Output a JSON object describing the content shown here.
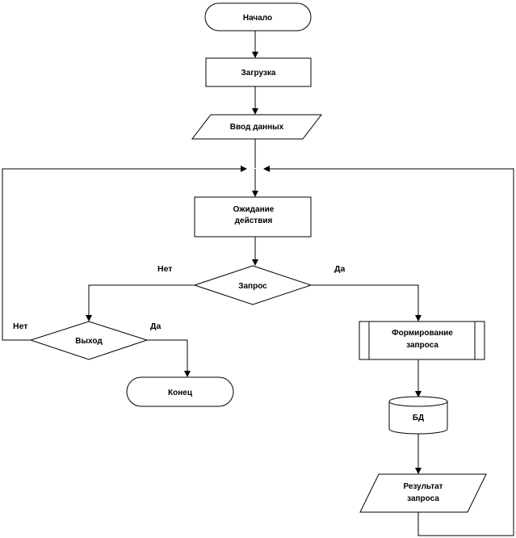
{
  "nodes": {
    "start": "Начало",
    "load": "Загрузка",
    "input": "Ввод данных",
    "wait": [
      "Ожидание",
      "действия"
    ],
    "query": "Запрос",
    "exit": "Выход",
    "end": "Конец",
    "form": [
      "Формирование",
      "запроса"
    ],
    "db": "БД",
    "result": [
      "Результат",
      "запроса"
    ]
  },
  "labels": {
    "query_no": "Нет",
    "query_yes": "Да",
    "exit_no": "Нет",
    "exit_yes": "Да"
  }
}
